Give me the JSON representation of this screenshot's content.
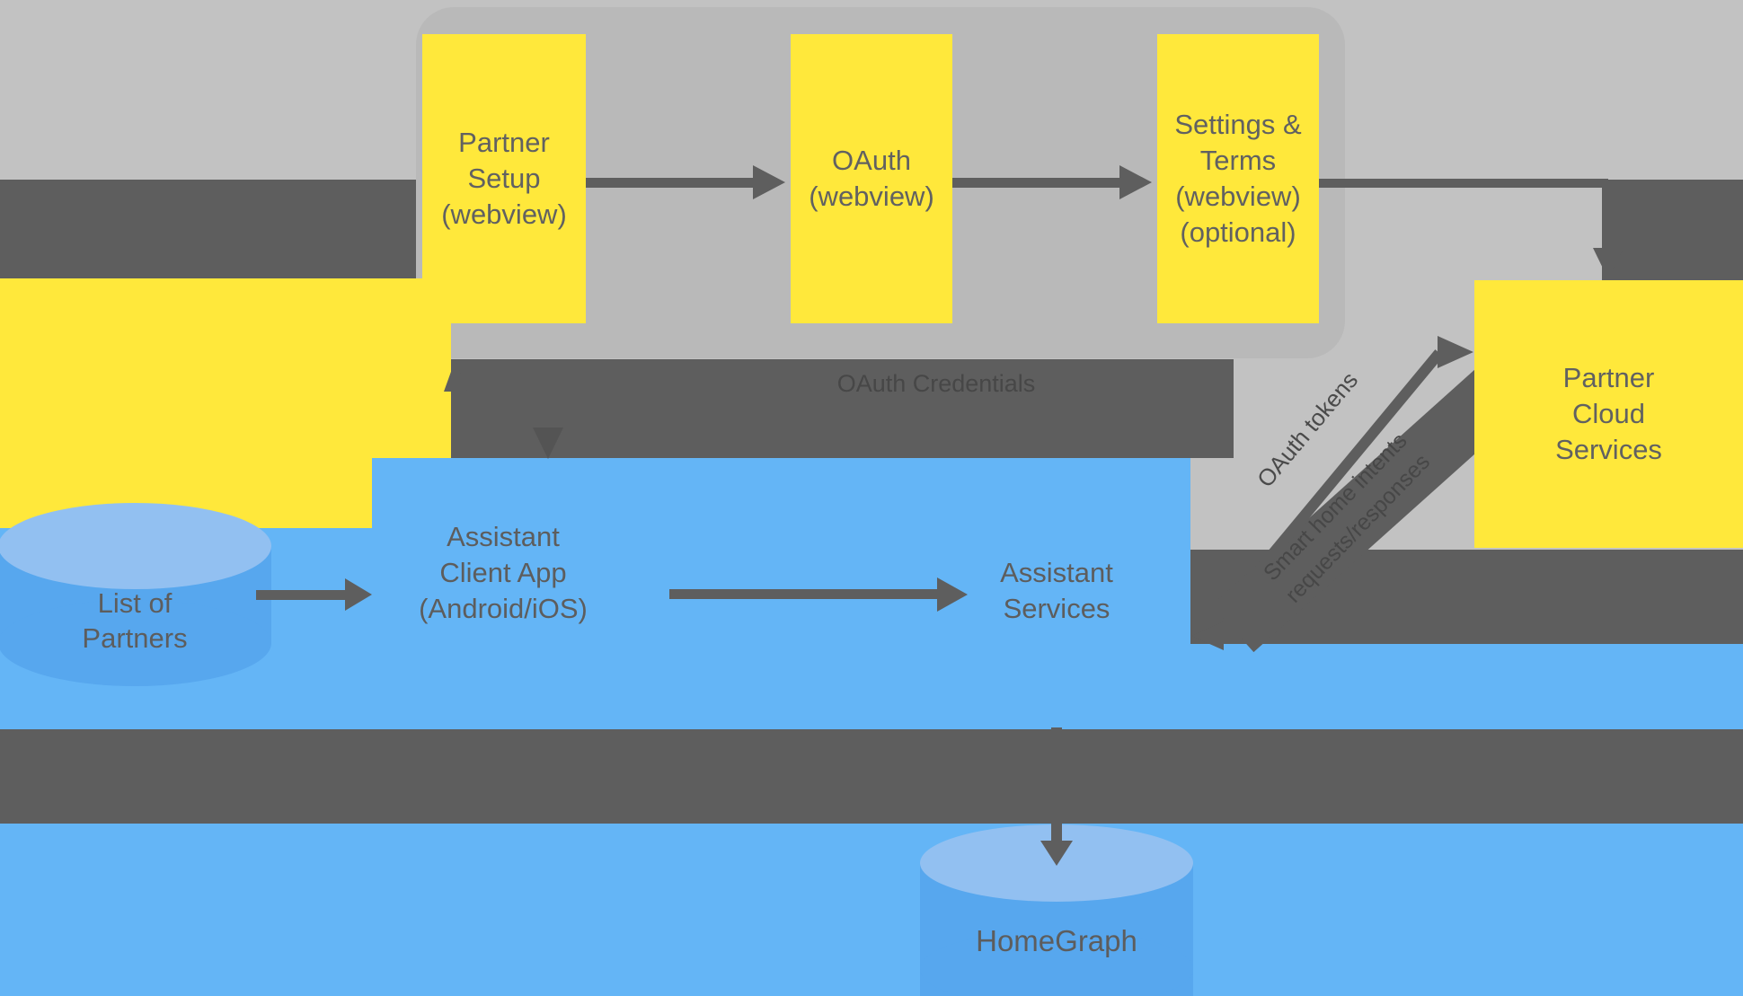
{
  "phone_flow": {
    "partner_setup": "Partner\nSetup\n(webview)",
    "oauth": "OAuth\n(webview)",
    "settings_terms": "Settings &\nTerms\n(webview)\n(optional)"
  },
  "google_side": {
    "assistant_client_app": "Assistant\nClient App\n(Android/iOS)",
    "assistant_services": "Assistant\nServices",
    "list_of_partners": "List of\nPartners",
    "homegraph": "HomeGraph"
  },
  "partner_side": {
    "cloud_services": "Partner\nCloud\nServices"
  },
  "arrow_labels": {
    "oauth_credentials": "OAuth Credentials",
    "oauth_tokens": "OAuth tokens",
    "intents_line1": "Smart home intents",
    "intents_line2": "requests/responses"
  },
  "colors": {
    "yellow": "#ffe83b",
    "blue": "#64b5f6",
    "cylinder_blue": "#57a7ee",
    "cylinder_top_blue": "#92c0f1",
    "dark_gray": "#5e5e5e",
    "background_gray": "#c2c2c2",
    "phone_gray": "#b9b9b9",
    "text_gray": "#616161"
  }
}
